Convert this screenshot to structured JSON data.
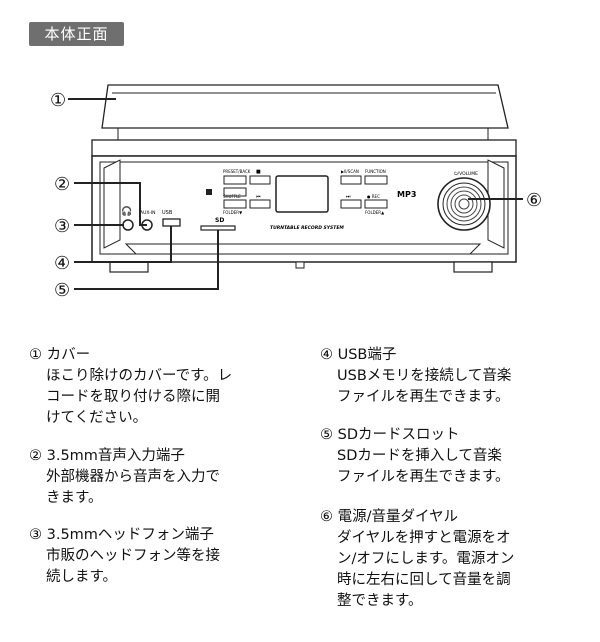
{
  "section_tag": "本体正面",
  "device": {
    "btn_labels": [
      "PRESET/BACK",
      "■",
      "SHUFFLE",
      "⏮",
      "▶II/SCAN",
      "FUNCTION",
      "⏭",
      "● REC"
    ],
    "btn_sub_labels": [
      "FOLDER▼",
      "FOLDER▲"
    ],
    "aux_label": "AUX-IN",
    "usb_label": "USB",
    "sd_label": "SD",
    "mp3_label": "MP3",
    "volume_label": "⏻/VOLUME",
    "system_label": "TURNTABLE RECORD SYSTEM"
  },
  "callouts": [
    "①",
    "②",
    "③",
    "④",
    "⑤",
    "⑥"
  ],
  "items": [
    {
      "num": "①",
      "title": "カバー",
      "lines": [
        "ほこり除けのカバーです。レ",
        "コードを取り付ける際に開",
        "けてください。"
      ]
    },
    {
      "num": "②",
      "title": "3.5mm音声入力端子",
      "lines": [
        "外部機器から音声を入力で",
        "きます。"
      ]
    },
    {
      "num": "③",
      "title": "3.5mmヘッドフォン端子",
      "lines": [
        "市販のヘッドフォン等を接",
        "続します。"
      ]
    },
    {
      "num": "④",
      "title": "USB端子",
      "lines": [
        "USBメモリを接続して音楽",
        "ファイルを再生できます。"
      ]
    },
    {
      "num": "⑤",
      "title": "SDカードスロット",
      "lines": [
        "SDカードを挿入して音楽",
        "ファイルを再生できます。"
      ]
    },
    {
      "num": "⑥",
      "title": "電源/音量ダイヤル",
      "lines": [
        "ダイヤルを押すと電源をオ",
        "ン/オフにします。電源オン",
        "時に左右に回して音量を調",
        "整できます。"
      ]
    }
  ]
}
